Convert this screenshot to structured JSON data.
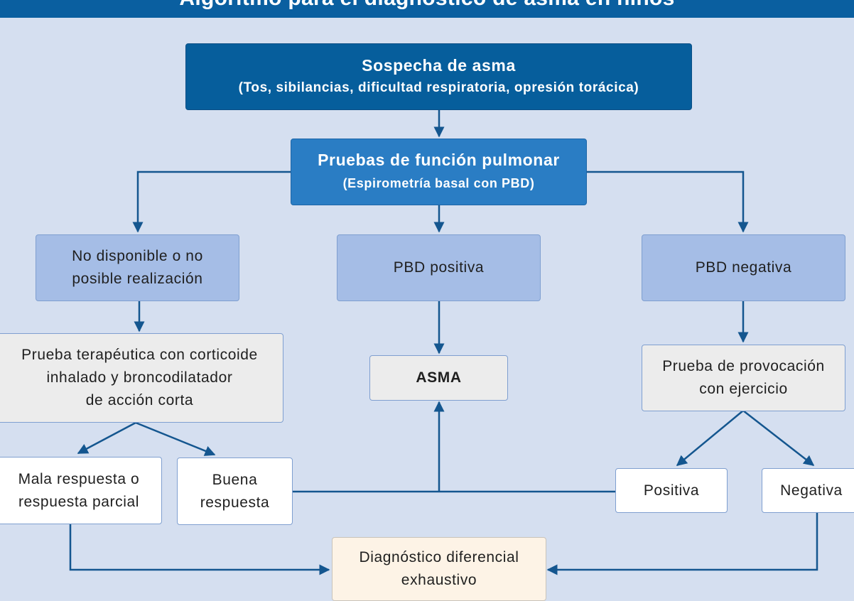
{
  "title": "Algoritmo para el diagnóstico de asma en niños",
  "nodes": {
    "suspicion": {
      "line1": "Sospecha de asma",
      "line2": "(Tos, sibilancias, dificultad respiratoria, opresión torácica)"
    },
    "pulmonary": {
      "line1": "Pruebas de función pulmonar",
      "line2": "(Espirometría basal con PBD)"
    },
    "unavailable": {
      "line1": "No disponible o no",
      "line2": "posible realización"
    },
    "pbd_positive": {
      "line1": "PBD positiva"
    },
    "pbd_negative": {
      "line1": "PBD negativa"
    },
    "therapeutic": {
      "line1": "Prueba terapéutica con corticoide",
      "line2": "inhalado y broncodilatador",
      "line3": "de acción corta"
    },
    "asthma": {
      "line1": "ASMA"
    },
    "provocation": {
      "line1": "Prueba de provocación",
      "line2": "con ejercicio"
    },
    "bad_response": {
      "line1": "Mala respuesta o",
      "line2": "respuesta parcial"
    },
    "good_response": {
      "line1": "Buena",
      "line2": "respuesta"
    },
    "positive": {
      "line1": "Positiva"
    },
    "negative": {
      "line1": "Negativa"
    },
    "differential": {
      "line1": "Diagnóstico diferencial",
      "line2": "exhaustivo"
    }
  },
  "colors": {
    "background": "#d5dff0",
    "header": "#0a5fa0",
    "primary_box": "#065e9c",
    "secondary_box": "#2a7dc4",
    "light_box": "#a5bde6",
    "grey_box": "#ececec",
    "cream_box": "#fdf3e6",
    "connector": "#14568f"
  }
}
